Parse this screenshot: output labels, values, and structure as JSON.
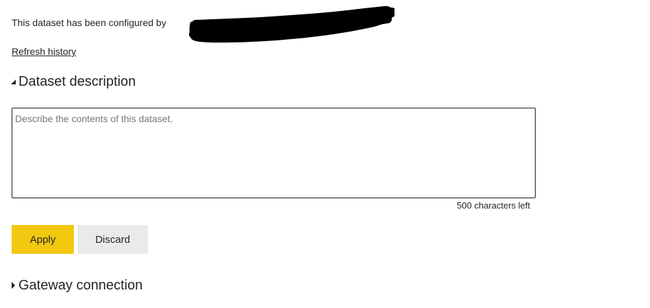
{
  "owner": {
    "configured_text": "This dataset has been configured by"
  },
  "refresh_history": {
    "label": "Refresh history"
  },
  "dataset_description": {
    "title": "Dataset description",
    "expanded": true,
    "caret_icon": "caret-down-icon",
    "input": {
      "value": "",
      "placeholder": "Describe the contents of this dataset."
    },
    "chars_left": "500 characters left"
  },
  "actions": {
    "apply_label": "Apply",
    "discard_label": "Discard",
    "apply_color": "#f2c811",
    "discard_color": "#eaeaea"
  },
  "gateway_connection": {
    "title": "Gateway connection",
    "expanded": false,
    "caret_icon": "caret-right-icon"
  }
}
